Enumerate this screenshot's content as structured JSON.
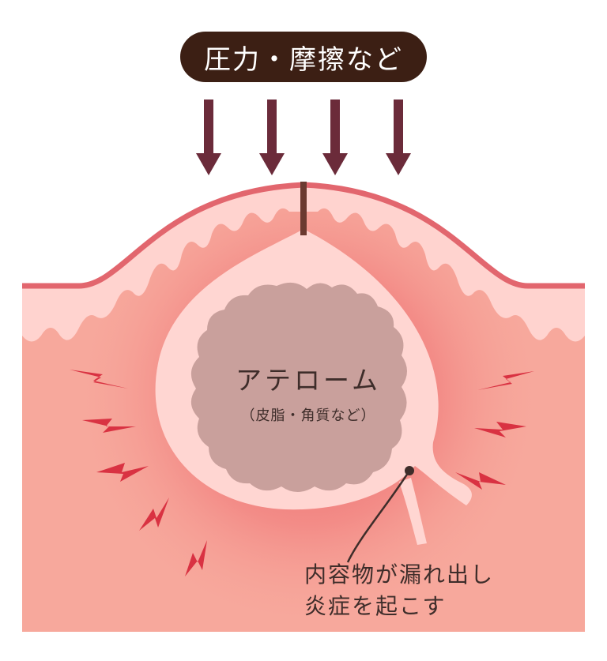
{
  "header": {
    "label": "圧力・摩擦など"
  },
  "center": {
    "title": "アテローム",
    "subtitle": "（皮脂・角質など）"
  },
  "callout": {
    "line1": "内容物が漏れ出し",
    "line2": "炎症を起こす"
  },
  "colors": {
    "pill": "#3c1f14",
    "arrow": "#6b2b3a",
    "skin_outline": "#e2666e",
    "epidermis": "#ffd3cf",
    "dermis": "#f7a89c",
    "inflammation": "#e5474f",
    "cyst_wall": "#ffd6d2",
    "content": "#c9a09c",
    "spark": "#d93242"
  },
  "icons": [
    "down-arrow-icon",
    "lightning-spark-icon"
  ]
}
